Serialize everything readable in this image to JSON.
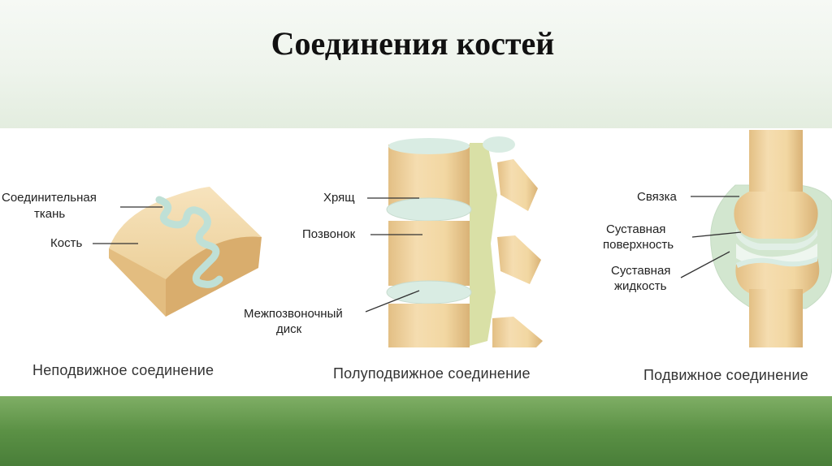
{
  "title": "Соединения костей",
  "colors": {
    "bone": "#f0d7a4",
    "bone_shade": "#ddb97d",
    "cartilage": "#d9ece3",
    "connective": "#bfe0d6",
    "ligament": "#d9e0a6",
    "footer_green": "#5b9145"
  },
  "panels": [
    {
      "caption": "Неподвижное соединение",
      "labels": [
        {
          "text": "Соединительная\nткань"
        },
        {
          "text": "Кость"
        }
      ]
    },
    {
      "caption": "Полуподвижное соединение",
      "labels": [
        {
          "text": "Хрящ"
        },
        {
          "text": "Позвонок"
        },
        {
          "text": "Межпозвоночный\nдиск"
        }
      ]
    },
    {
      "caption": "Подвижное соединение",
      "labels": [
        {
          "text": "Связка"
        },
        {
          "text": "Суставная\nповерхность"
        },
        {
          "text": "Суставная\nжидкость"
        }
      ]
    }
  ]
}
